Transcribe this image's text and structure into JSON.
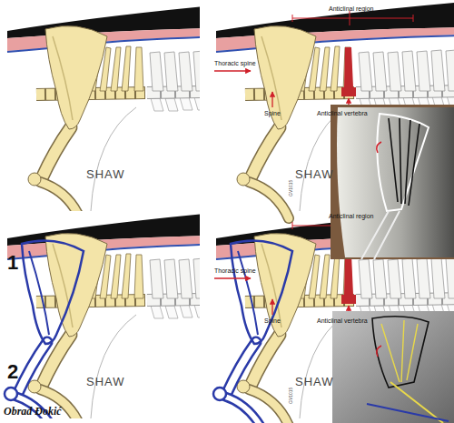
{
  "diagram": {
    "labels": [
      "SHAW",
      "Thoracic spine",
      "Anticlinal region",
      "Spine",
      "Anticlinal vertebra",
      "SHAW",
      "GV1015",
      "1",
      "SHAW",
      "Thoracic spine",
      "Anticlinal region",
      "Spine",
      "Anticlinal vertebra",
      "SHAW",
      "GV1015",
      "2",
      "Obrad Đokić"
    ]
  }
}
